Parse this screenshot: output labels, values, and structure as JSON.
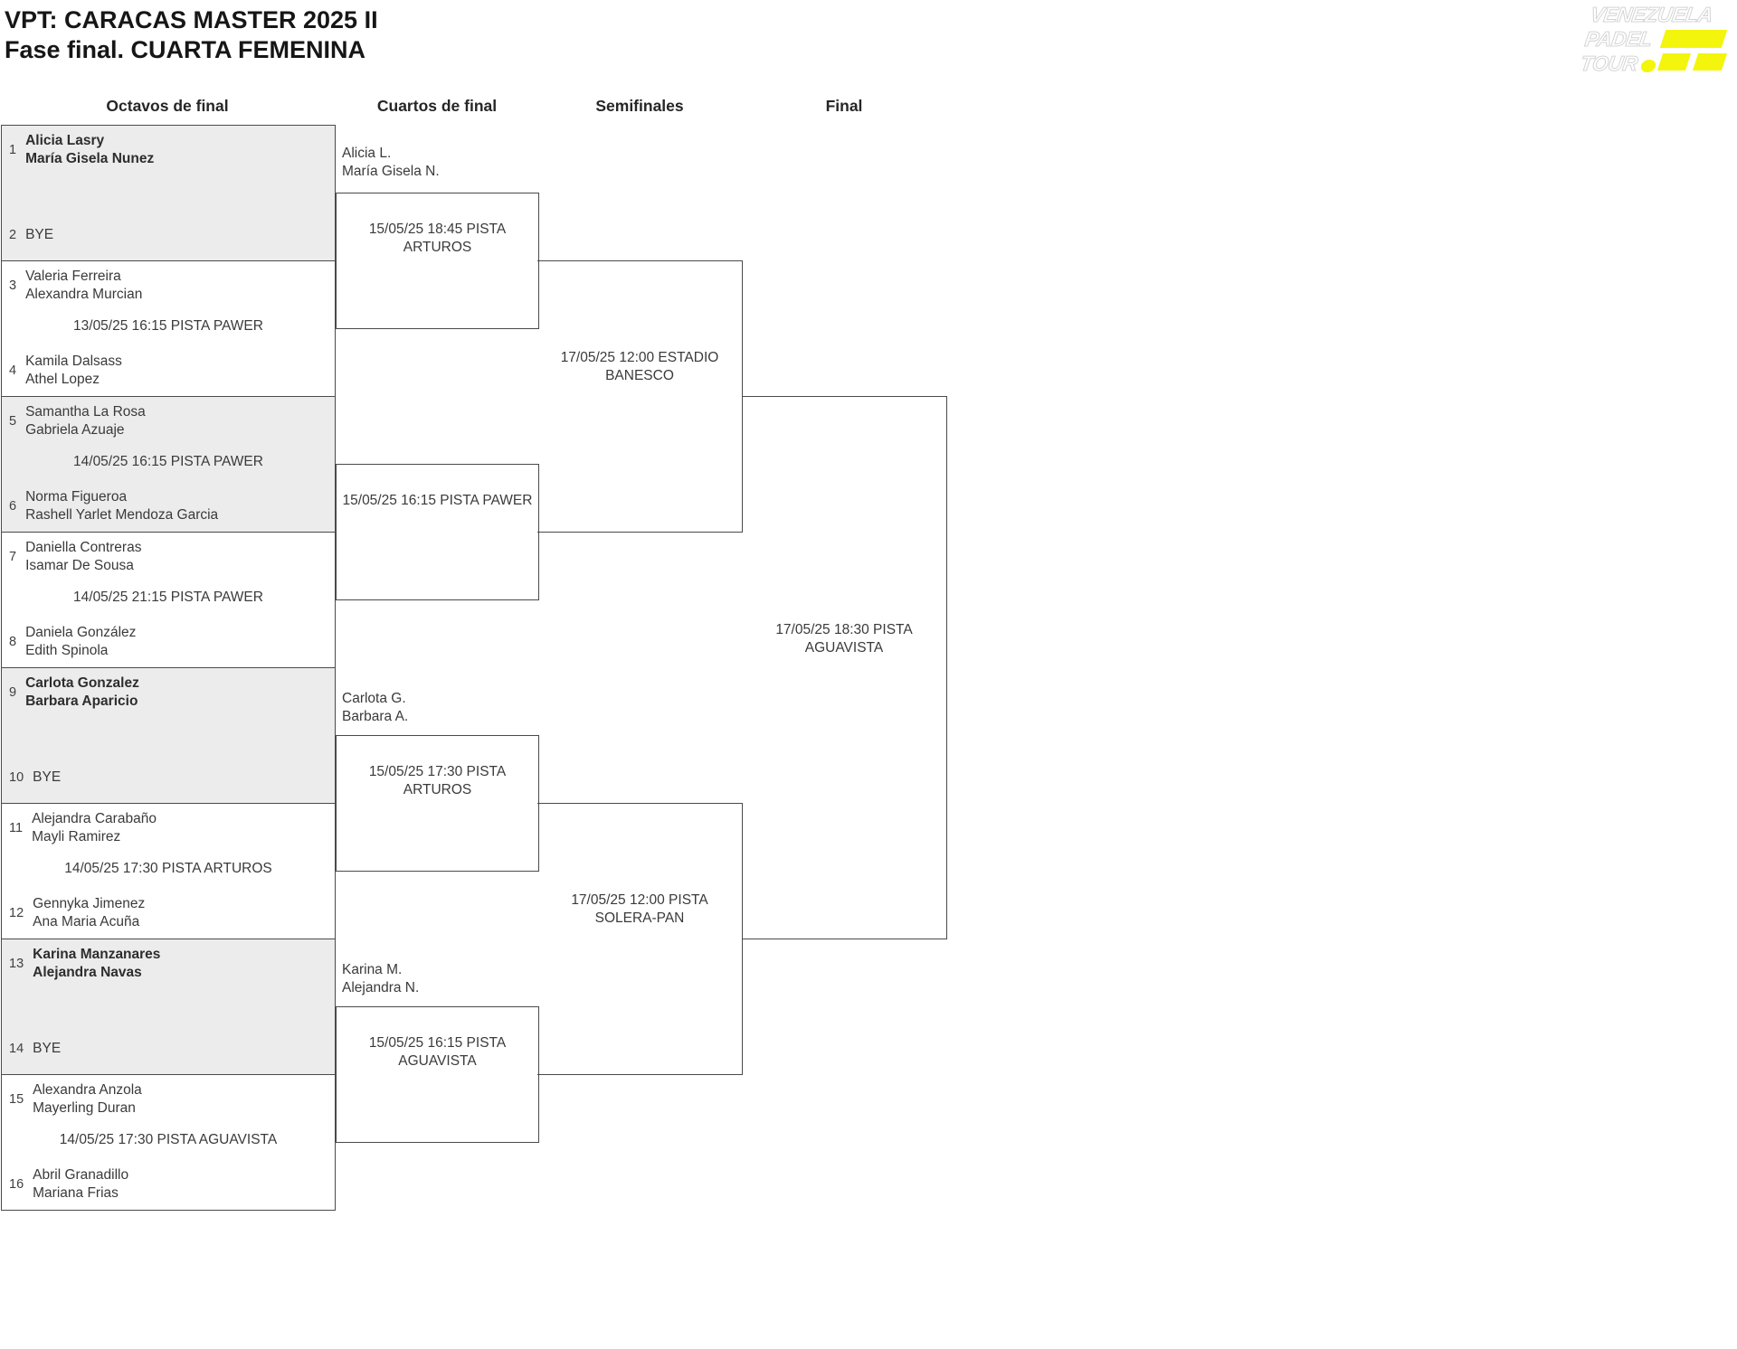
{
  "title": {
    "line1": "VPT: CARACAS MASTER 2025 II",
    "line2": "Fase final. CUARTA FEMENINA"
  },
  "logo": {
    "line1": "VENEZUELA",
    "line2": "PADEL",
    "line3": "TOUR",
    "accent_color": "#f3f50c"
  },
  "colors": {
    "box_border": "#4a4a4a",
    "shaded_fill": "#ececec",
    "accent_yellow": "#f3f50c"
  },
  "round_headers": [
    {
      "label": "Octavos de final"
    },
    {
      "label": "Cuartos de final"
    },
    {
      "label": "Semifinales"
    },
    {
      "label": "Final"
    }
  ],
  "octavos": [
    {
      "top_seed": "1",
      "top_team": [
        "Alicia Lasry",
        "María Gisela Nunez"
      ],
      "bottom_seed": "2",
      "bottom_team": [
        "BYE"
      ],
      "schedule": ""
    },
    {
      "top_seed": "3",
      "top_team": [
        "Valeria Ferreira",
        "Alexandra Murcian"
      ],
      "bottom_seed": "4",
      "bottom_team": [
        "Kamila Dalsass",
        "Athel Lopez"
      ],
      "schedule": "13/05/25 16:15 PISTA PAWER"
    },
    {
      "top_seed": "5",
      "top_team": [
        "Samantha La Rosa",
        "Gabriela Azuaje"
      ],
      "bottom_seed": "6",
      "bottom_team": [
        "Norma Figueroa",
        "Rashell Yarlet Mendoza Garcia"
      ],
      "schedule": "14/05/25 16:15 PISTA PAWER"
    },
    {
      "top_seed": "7",
      "top_team": [
        "Daniella Contreras",
        "Isamar De Sousa"
      ],
      "bottom_seed": "8",
      "bottom_team": [
        "Daniela González",
        "Edith Spinola"
      ],
      "schedule": "14/05/25 21:15 PISTA PAWER"
    },
    {
      "top_seed": "9",
      "top_team": [
        "Carlota Gonzalez",
        "Barbara Aparicio"
      ],
      "bottom_seed": "10",
      "bottom_team": [
        "BYE"
      ],
      "schedule": ""
    },
    {
      "top_seed": "11",
      "top_team": [
        "Alejandra Carabaño",
        "Mayli Ramirez"
      ],
      "bottom_seed": "12",
      "bottom_team": [
        "Gennyka Jimenez",
        "Ana Maria Acuña"
      ],
      "schedule": "14/05/25 17:30 PISTA ARTUROS"
    },
    {
      "top_seed": "13",
      "top_team": [
        "Karina Manzanares",
        "Alejandra Navas"
      ],
      "bottom_seed": "14",
      "bottom_team": [
        "BYE"
      ],
      "schedule": ""
    },
    {
      "top_seed": "15",
      "top_team": [
        "Alexandra Anzola",
        "Mayerling Duran"
      ],
      "bottom_seed": "16",
      "bottom_team": [
        "Abril Granadillo",
        "Mariana Frias"
      ],
      "schedule": "14/05/25 17:30 PISTA AGUAVISTA"
    }
  ],
  "cuartos": [
    {
      "winner_from_top": [
        "Alicia L.",
        "María Gisela N."
      ],
      "schedule": [
        "15/05/25 18:45 PISTA",
        "ARTUROS"
      ]
    },
    {
      "schedule": [
        "15/05/25 16:15 PISTA PAWER"
      ]
    },
    {
      "winner_from_top": [
        "Carlota G.",
        "Barbara A."
      ],
      "schedule": [
        "15/05/25 17:30 PISTA",
        "ARTUROS"
      ]
    },
    {
      "winner_from_top": [
        "Karina M.",
        "Alejandra N."
      ],
      "schedule": [
        "15/05/25 16:15 PISTA",
        "AGUAVISTA"
      ]
    }
  ],
  "semifinales": [
    {
      "schedule": [
        "17/05/25 12:00 ESTADIO",
        "BANESCO"
      ]
    },
    {
      "schedule": [
        "17/05/25 12:00 PISTA",
        "SOLERA-PAN"
      ]
    }
  ],
  "final": {
    "schedule": [
      "17/05/25 18:30 PISTA",
      "AGUAVISTA"
    ]
  }
}
